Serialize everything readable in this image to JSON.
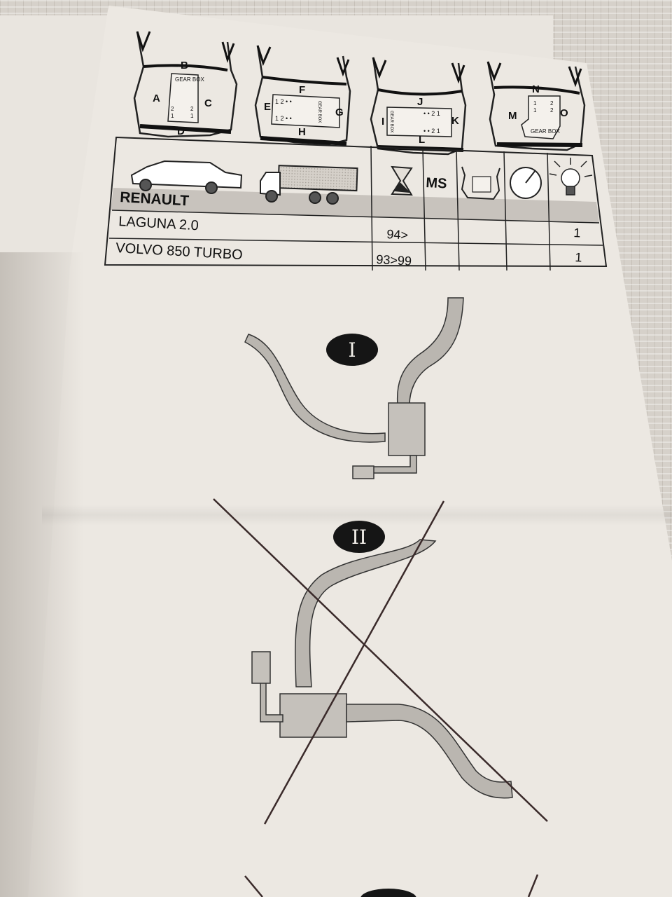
{
  "diagrams": [
    {
      "labels": [
        "A",
        "B",
        "C",
        "D"
      ],
      "box_label": "GEAR BOX",
      "rows": [
        "2",
        "2",
        "1",
        "1"
      ]
    },
    {
      "labels": [
        "E",
        "F",
        "G",
        "H"
      ],
      "box_label": "GEAR BOX",
      "nums": [
        "1 2 • •",
        "1 2 • •"
      ]
    },
    {
      "labels": [
        "I",
        "J",
        "K",
        "L"
      ],
      "box_label": "GEAR BOX",
      "nums": [
        "• • 2 1",
        "• • 2 1"
      ]
    },
    {
      "labels": [
        "M",
        "N",
        "O"
      ],
      "box_label": "GEAR BOX",
      "rows": [
        "1",
        "2",
        "1",
        "2"
      ]
    }
  ],
  "table": {
    "header": {
      "ms_label": "MS",
      "icons": [
        "car-icon",
        "dump-truck-icon",
        "hourglass-icon",
        "dashboard-icon",
        "gauge-icon",
        "lightbulb-icon"
      ]
    },
    "brand": "RENAULT",
    "rows": [
      {
        "model": "LAGUNA 2.0",
        "years": "94>",
        "count": "1"
      },
      {
        "model": "VOLVO 850 TURBO",
        "years": "93>99",
        "count": "1"
      }
    ]
  },
  "figures": [
    {
      "badge": "I",
      "crossed": false
    },
    {
      "badge": "II",
      "crossed": true
    }
  ],
  "colors": {
    "paper": "#ece8e2",
    "band": "#c8c3bd",
    "ink": "#111111",
    "pipe": "#b9b5b0"
  }
}
